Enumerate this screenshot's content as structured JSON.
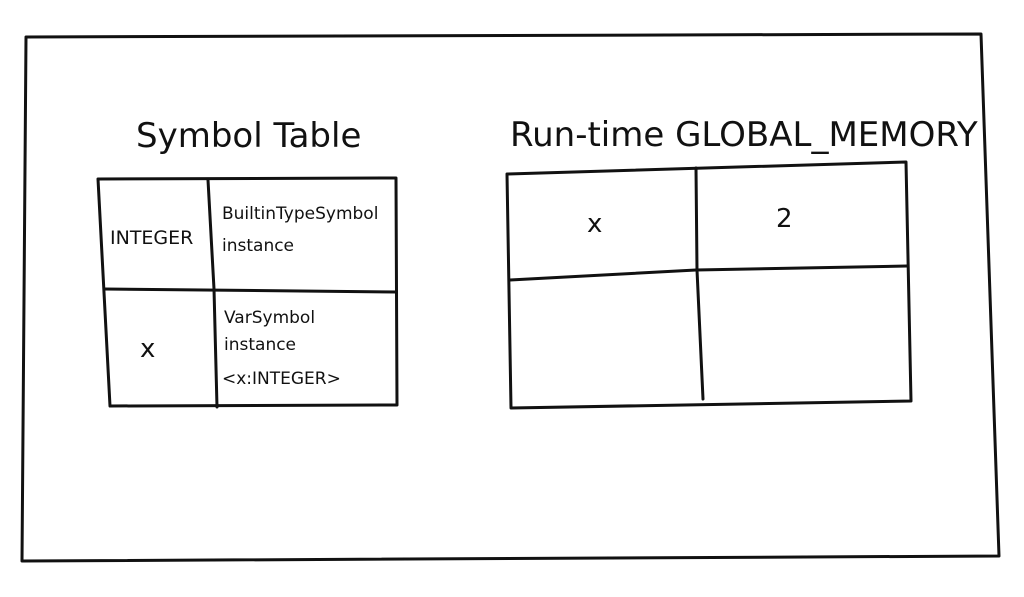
{
  "symbol_table": {
    "title": "Symbol Table",
    "rows": [
      {
        "name": "INTEGER",
        "value_lines": [
          "BuiltinTypeSymbol",
          "instance"
        ]
      },
      {
        "name": "x",
        "value_lines": [
          "VarSymbol",
          "instance",
          "<x:INTEGER>"
        ]
      }
    ]
  },
  "global_memory": {
    "title": "Run-time GLOBAL_MEMORY",
    "rows": [
      {
        "name": "x",
        "value": "2"
      },
      {
        "name": "",
        "value": ""
      }
    ]
  }
}
